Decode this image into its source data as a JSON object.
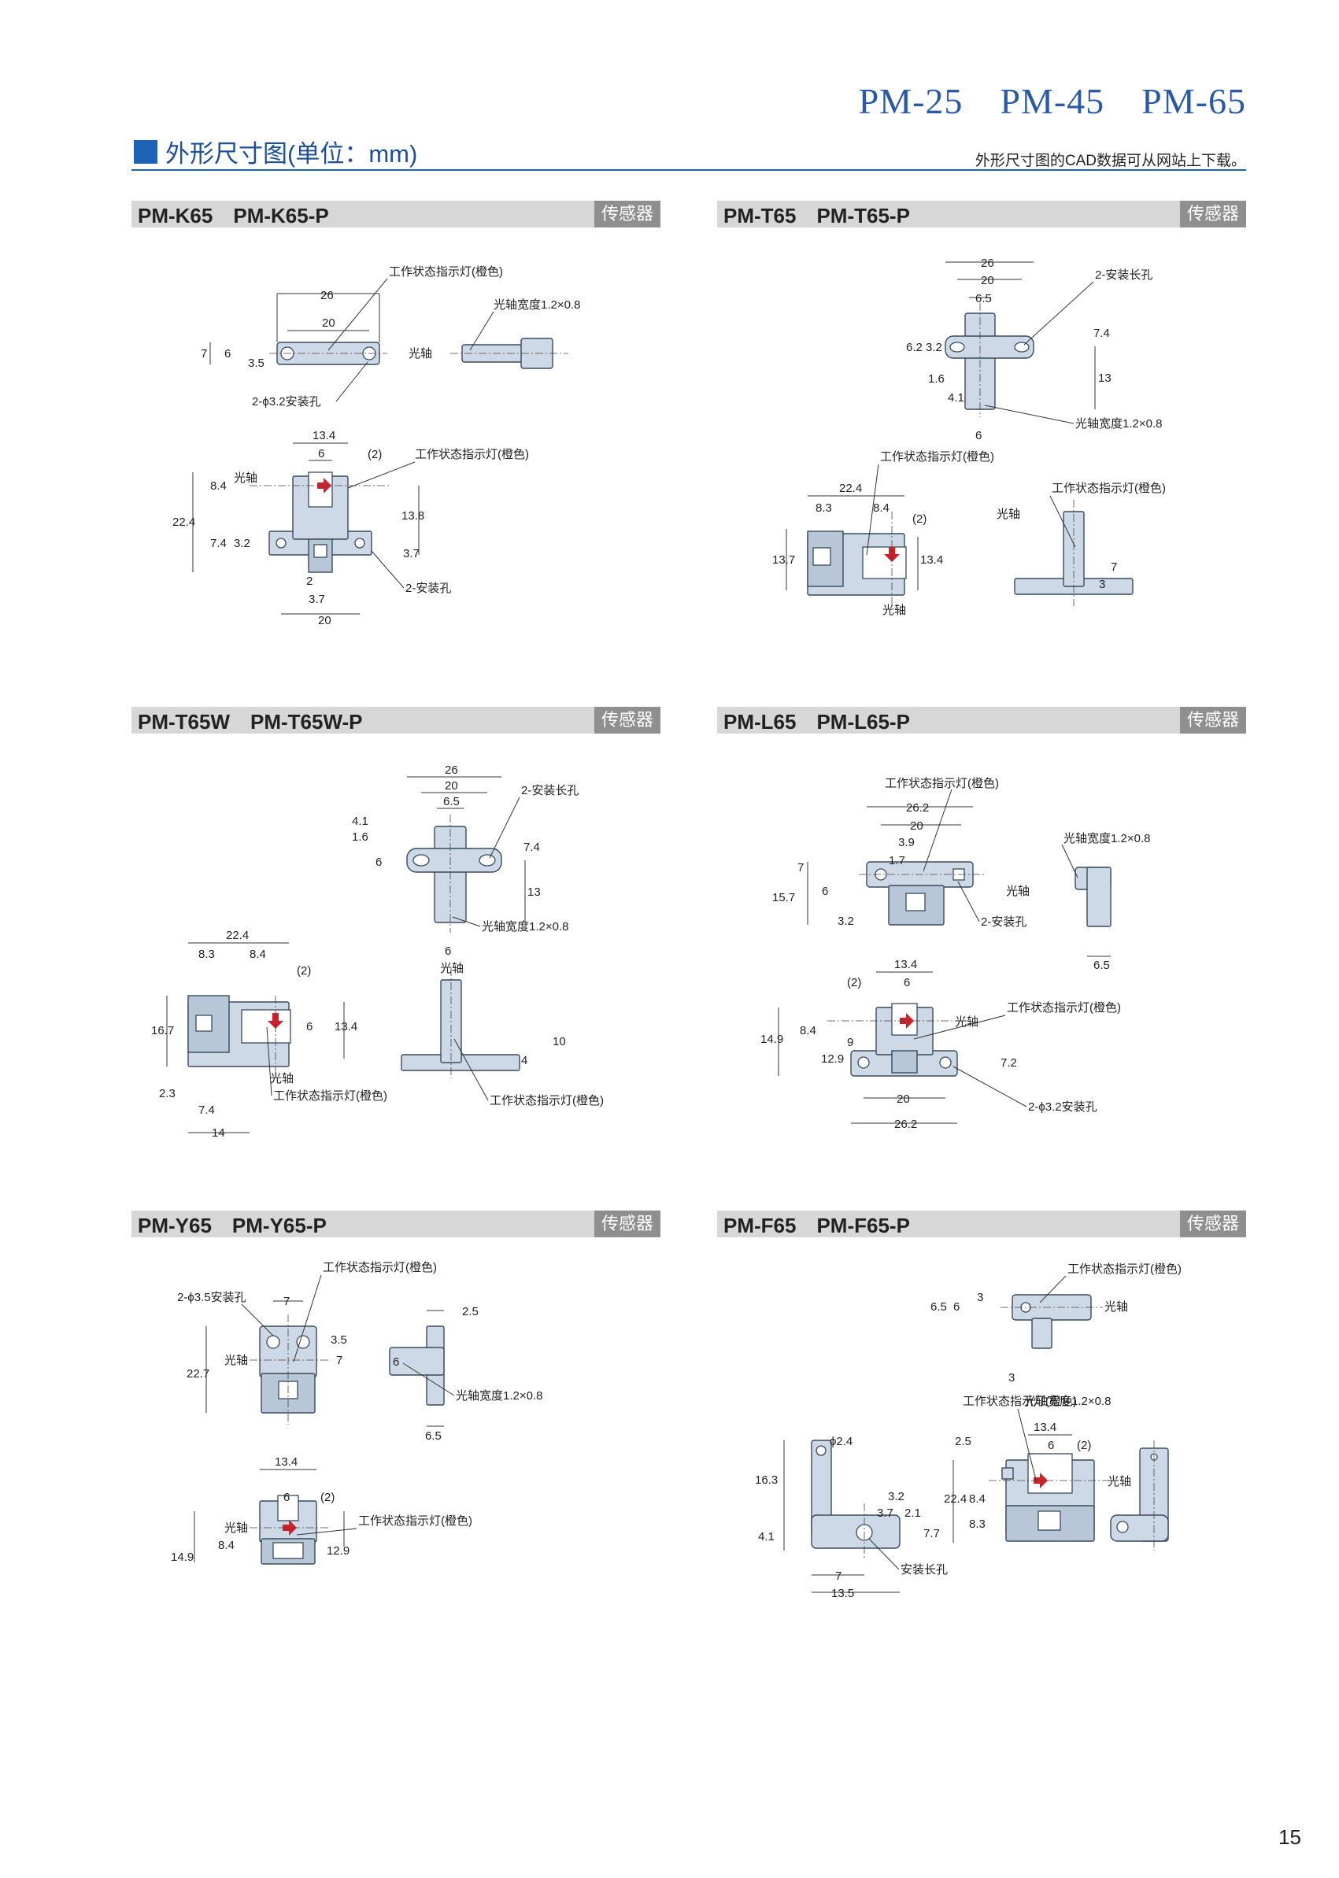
{
  "header": {
    "series": "PM-25　PM-45　PM-65"
  },
  "section": {
    "title": "外形尺寸图(单位：mm)",
    "note": "外形尺寸图的CAD数据可从网站上下载。"
  },
  "panels": [
    {
      "name": "PM-K65　PM-K65-P",
      "tag": "传感器",
      "labels": {
        "indicator": "工作状态指示灯(橙色)",
        "axis": "光轴",
        "axis_width": "光轴宽度1.2×0.8",
        "mount": "2-ϕ3.2安装孔",
        "mount2": "2-安装孔"
      },
      "dims": [
        "26",
        "20",
        "7",
        "6",
        "3.5",
        "13.4",
        "6",
        "(2)",
        "8.4",
        "22.4",
        "13.8",
        "7.4",
        "3.2",
        "3.7",
        "2",
        "3.7",
        "20"
      ]
    },
    {
      "name": "PM-T65　PM-T65-P",
      "tag": "传感器",
      "labels": {
        "indicator": "工作状态指示灯(橙色)",
        "indicator2": "工作状态指示灯(橙色)",
        "axis": "光轴",
        "axis2": "光轴",
        "axis_width": "光轴宽度1.2×0.8",
        "mount": "2-安装长孔"
      },
      "dims": [
        "26",
        "20",
        "6.5",
        "7.4",
        "6.2",
        "3.2",
        "1.6",
        "4.1",
        "13",
        "6",
        "22.4",
        "8.3",
        "8.4",
        "(2)",
        "13.7",
        "13.4",
        "7",
        "3"
      ]
    },
    {
      "name": "PM-T65W　PM-T65W-P",
      "tag": "传感器",
      "labels": {
        "indicator": "工作状态指示灯(橙色)",
        "indicator2": "工作状态指示灯(橙色)",
        "axis": "光轴",
        "axis2": "光轴",
        "axis_width": "光轴宽度1.2×0.8",
        "mount": "2-安装长孔"
      },
      "dims": [
        "26",
        "20",
        "6.5",
        "4.1",
        "1.6",
        "6",
        "7.4",
        "13",
        "6",
        "22.4",
        "8.3",
        "8.4",
        "(2)",
        "16.7",
        "6",
        "13.4",
        "2.3",
        "7.4",
        "14",
        "10",
        "4"
      ]
    },
    {
      "name": "PM-L65　PM-L65-P",
      "tag": "传感器",
      "labels": {
        "indicator": "工作状态指示灯(橙色)",
        "indicator2": "工作状态指示灯(橙色)",
        "axis": "光轴",
        "axis2": "光轴",
        "axis_width": "光轴宽度1.2×0.8",
        "mount": "2-安装孔",
        "mount2": "2-ϕ3.2安装孔"
      },
      "dims": [
        "26.2",
        "20",
        "3.9",
        "1.7",
        "7",
        "6",
        "15.7",
        "3.2",
        "6.5",
        "13.4",
        "6",
        "(2)",
        "8.4",
        "14.9",
        "9",
        "12.9",
        "7.2",
        "20",
        "26.2"
      ]
    },
    {
      "name": "PM-Y65　PM-Y65-P",
      "tag": "传感器",
      "labels": {
        "indicator": "工作状态指示灯(橙色)",
        "indicator2": "工作状态指示灯(橙色)",
        "axis": "光轴",
        "axis2": "光轴",
        "axis_width": "光轴宽度1.2×0.8",
        "mount": "2-ϕ3.5安装孔"
      },
      "dims": [
        "7",
        "3.5",
        "7",
        "22.7",
        "2.5",
        "6",
        "6.5",
        "13.4",
        "6",
        "(2)",
        "8.4",
        "14.9",
        "12.9"
      ]
    },
    {
      "name": "PM-F65　PM-F65-P",
      "tag": "传感器",
      "labels": {
        "indicator": "工作状态指示灯(橙色)",
        "indicator2": "工作状态指示灯(橙色)",
        "axis": "光轴",
        "axis2": "光轴",
        "axis_width": "光轴宽度1.2×0.8",
        "mount": "安装长孔",
        "hole": "ϕ2.4"
      },
      "dims": [
        "6.5",
        "6",
        "3",
        "3",
        "16.3",
        "4.1",
        "3.2",
        "3.7",
        "2.1",
        "7.7",
        "7",
        "13.5",
        "2.5",
        "13.4",
        "6",
        "(2)",
        "8.4",
        "22.4",
        "8.3"
      ]
    }
  ],
  "page_number": "15"
}
